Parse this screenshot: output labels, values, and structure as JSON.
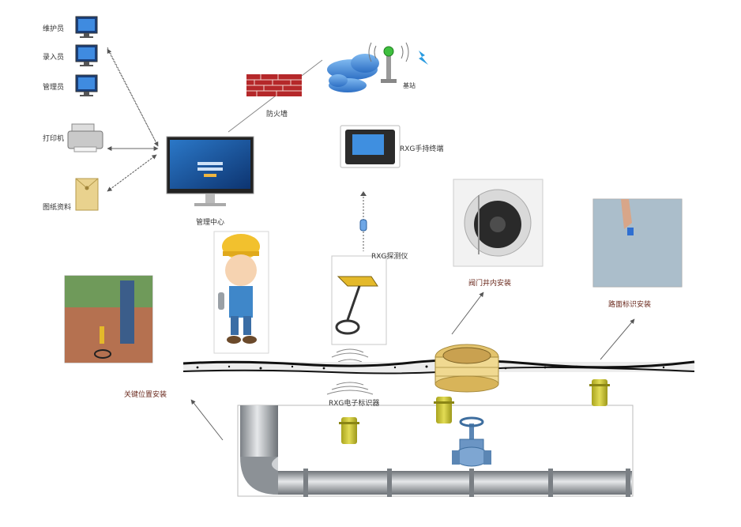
{
  "roles": {
    "maintainer": "维护员",
    "data_entry": "录入员",
    "administrator": "管理员",
    "printer": "打印机",
    "drawings": "图纸资料"
  },
  "network": {
    "firewall": "防火墙",
    "base_station": "基站"
  },
  "devices": {
    "management_center": "管理中心",
    "handheld_terminal": "RXG手持终端",
    "detector": "RXG探测仪",
    "marker": "RXG电子标识器"
  },
  "installations": {
    "valve_well": "阀门井内安装",
    "road_marker": "路面标识安装",
    "key_position": "关键位置安装"
  },
  "colors": {
    "pipe": "#9ea3a8",
    "marker": "#c8c234",
    "label_dark": "#6b2a1e",
    "monitor_screen": "#1c5aa8",
    "firewall": "#b5282a",
    "cloud": "#4a90d9"
  }
}
